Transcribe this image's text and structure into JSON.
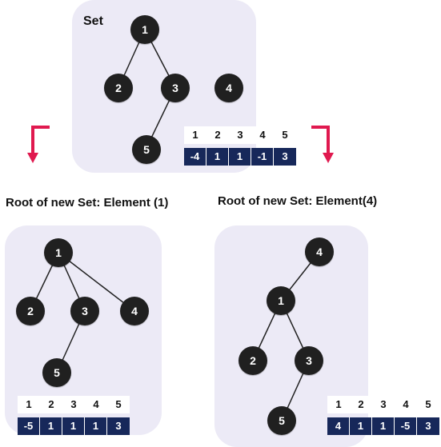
{
  "colors": {
    "node": "#202020",
    "panel": "#eceaf6",
    "array": "#17285a",
    "arrow": "#e0194f",
    "edge": "#222222"
  },
  "top": {
    "title": "Set",
    "nodes": [
      "1",
      "2",
      "3",
      "4",
      "5"
    ],
    "edges": [
      [
        "1",
        "2"
      ],
      [
        "1",
        "3"
      ],
      [
        "3",
        "5"
      ]
    ],
    "indices": [
      "1",
      "2",
      "3",
      "4",
      "5"
    ],
    "values": [
      "-4",
      "1",
      "1",
      "-1",
      "3"
    ]
  },
  "left": {
    "caption": "Root of new Set: Element (1)",
    "nodes": [
      "1",
      "2",
      "3",
      "4",
      "5"
    ],
    "edges": [
      [
        "1",
        "2"
      ],
      [
        "1",
        "3"
      ],
      [
        "1",
        "4"
      ],
      [
        "3",
        "5"
      ]
    ],
    "indices": [
      "1",
      "2",
      "3",
      "4",
      "5"
    ],
    "values": [
      "-5",
      "1",
      "1",
      "1",
      "3"
    ]
  },
  "right": {
    "caption": "Root of new Set: Element(4)",
    "nodes": [
      "4",
      "1",
      "2",
      "3",
      "5"
    ],
    "edges": [
      [
        "4",
        "1"
      ],
      [
        "1",
        "2"
      ],
      [
        "1",
        "3"
      ],
      [
        "3",
        "5"
      ]
    ],
    "indices": [
      "1",
      "2",
      "3",
      "4",
      "5"
    ],
    "values": [
      "4",
      "1",
      "1",
      "-5",
      "3"
    ]
  }
}
